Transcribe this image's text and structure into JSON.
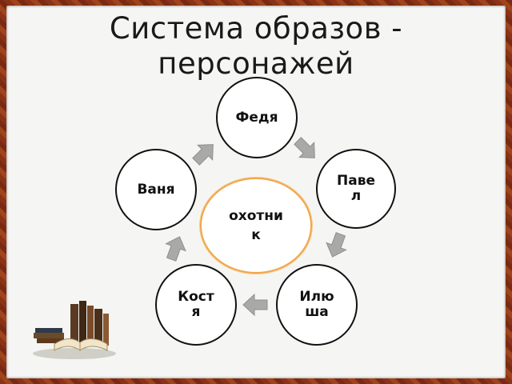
{
  "title_line1": "Система образов -",
  "title_line2": "персонажей",
  "center": {
    "label_a": "охотни",
    "label_b": "к"
  },
  "nodes": {
    "fedya": {
      "a": "Федя",
      "b": ""
    },
    "pavel": {
      "a": "Паве",
      "b": "л"
    },
    "ilyusha": {
      "a": "Илю",
      "b": "ша"
    },
    "kostya": {
      "a": "Кост",
      "b": "я"
    },
    "vanya": {
      "a": "Ваня",
      "b": ""
    }
  },
  "colors": {
    "frame": "#8b3316",
    "slide": "#f5f5f3",
    "arrow": "#a9a9a9",
    "center_border": "#f0a64a"
  },
  "decor": {
    "books_image": "books-icon"
  }
}
